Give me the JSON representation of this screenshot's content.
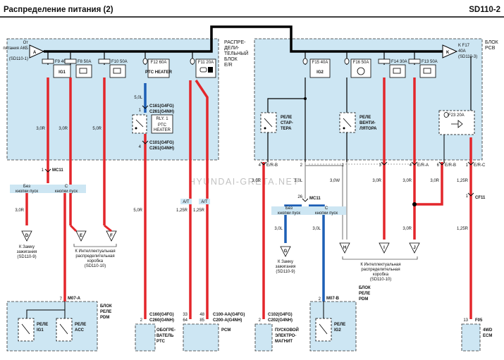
{
  "header": {
    "title": "Распределение питания (2)",
    "code": "SD110-2"
  },
  "watermark": "HYUNDAI-GRETA.NET",
  "left_box": {
    "label": [
      "РАСПРЕ-",
      "ДЕЛИ-",
      "ТЕЛЬНЫЙ",
      "БЛОК",
      "E/R"
    ]
  },
  "right_box": {
    "label": [
      "БЛОК",
      "PCB"
    ]
  },
  "sources": {
    "a": {
      "letter": "A",
      "lines": [
        "От",
        "питания АКБ",
        "(SD110-1)"
      ]
    },
    "k": {
      "letter": "K",
      "lines": [
        "K F17",
        "40A",
        "(SD110-3)"
      ]
    }
  },
  "fuses": {
    "f9": {
      "name": "F9 40A",
      "label": "IG1"
    },
    "f8": {
      "name": "F8 50A"
    },
    "f10": {
      "name": "F10 50A"
    },
    "f12": {
      "name": "F12 60A",
      "label": "PTC HEATER"
    },
    "f11": {
      "name": "F11 20A"
    },
    "f15": {
      "name": "F15 40A",
      "label": "IG2"
    },
    "f16": {
      "name": "F16 50A"
    },
    "f14": {
      "name": "F14 30A"
    },
    "f13": {
      "name": "F13 50A"
    },
    "f23": {
      "name": "F23 20A"
    }
  },
  "ptc_relay": {
    "name": "RLY. 1",
    "label": [
      "PTC",
      "HEATER"
    ]
  },
  "relays": {
    "starter": [
      "РЕЛЕ",
      "СТАР-",
      "ТЕРА"
    ],
    "fan": [
      "РЕЛЕ",
      "ВЕНТИ-",
      "ЛЯТОРА"
    ]
  },
  "connectors": {
    "c161": [
      "C161(G4FG)",
      "C261(G4NH)"
    ],
    "c101": [
      "C101(G4FG)",
      "C261(G4NH)"
    ],
    "c160": [
      "C160(G4FG)",
      "C260(G4NH)"
    ],
    "c100": [
      "C100-AA(G4FG)",
      "C200-A(G4NH)"
    ],
    "c102": [
      "C102(G4FG)",
      "C202(G4NH)"
    ],
    "mc11_left": "MC11",
    "mc11_right": "MC11",
    "cf11": "CF11",
    "m07a": "M07-A",
    "m07b": "M07-B",
    "f05": "F05"
  },
  "pins": {
    "p1_mc11": "1",
    "p4_c101": "4",
    "p1_c161": "1",
    "p2_c160": "2",
    "p33": "33",
    "p64": "64",
    "p48": "48",
    "p85": "85",
    "p2_c102": "2",
    "p4_erb": "4",
    "p2_x": "2",
    "p1_x": "1",
    "p3_x": "3",
    "p4_era": "4",
    "p6_erb": "6",
    "p1_erc": "1",
    "p26": "26",
    "p2_m07b": "2",
    "p7": "7",
    "p1_cf11": "1",
    "p13": "13"
  },
  "pin_tags": {
    "erb1": "E/R-B",
    "era": "E/R-A",
    "erb2": "E/R-B",
    "erc": "E/R-C"
  },
  "wires": {
    "w_30r_1": "3,0R",
    "w_30r_2": "3,0R",
    "w_50r_1": "5,0R",
    "w_50l": "5,0L",
    "w_30r_3": "3,0R",
    "w_50r_2": "5,0R",
    "w_125r_1": "1,25R",
    "w_125r_2": "1,25R",
    "w_30l": "3,0L",
    "w_30r_4": "3,0R",
    "w_30w": "3,0W",
    "w_30r_5": "3,0R",
    "w_30r_6": "3,0R",
    "w_30r_7": "3,0R",
    "w_125r_3": "1,25R",
    "w_125r_4": "1,25R",
    "w_30l_2": "3,0L",
    "w_30l_3": "3,0L",
    "w_30r_8": "3,0R"
  },
  "at_tags": {
    "t1": "A/T",
    "t2": "A/T"
  },
  "branch_labels": {
    "no_button": [
      "Без",
      "кнопки пуск"
    ],
    "with_button": [
      "С",
      "кнопки пуск"
    ]
  },
  "refs": {
    "D": {
      "letter": "D",
      "lines": [
        "К Замку",
        "зажигания",
        "(SD110-9)"
      ]
    },
    "E": {
      "letter": "E"
    },
    "F": {
      "letter": "F"
    },
    "EF_note": [
      "К Интеллектуальная",
      "распределительная",
      "коробка",
      "(SD110-10)"
    ],
    "G": {
      "letter": "G",
      "lines": [
        "К Замку",
        "зажигания",
        "(SD110-9)"
      ]
    },
    "H": {
      "letter": "H"
    },
    "I": {
      "letter": "I"
    },
    "J": {
      "letter": "J"
    },
    "HIJ_note": [
      "К Интеллектуальная",
      "распределительная",
      "коробка",
      "(SD110-10)"
    ]
  },
  "pdm_left": {
    "title": [
      "БЛОК",
      "РЕЛЕ",
      "PDM"
    ],
    "r1": [
      "РЕЛЕ",
      "IG1"
    ],
    "r2": [
      "РЕЛЕ",
      "ACC"
    ]
  },
  "pdm_right": {
    "title": [
      "БЛОК",
      "РЕЛЕ",
      "PDM"
    ],
    "r1": [
      "РЕЛЕ",
      "IG2"
    ]
  },
  "components": {
    "ptc": [
      "ОБОГРЕ-",
      "ВАТЕЛЬ",
      "PTC"
    ],
    "pcm": "PCM",
    "starter": [
      "ПУСКОВОЙ",
      "ЭЛЕКТРО-",
      "МАГНИТ"
    ],
    "ecm": [
      "4WD",
      "ECM"
    ]
  },
  "colors": {
    "red": "#e3262b",
    "blue": "#1d5fb5",
    "box": "#cde6f3",
    "ground": "#000000"
  }
}
